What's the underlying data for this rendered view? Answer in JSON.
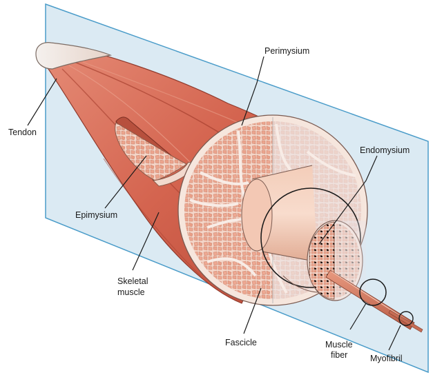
{
  "labels": {
    "tendon": "Tendon",
    "perimysium": "Perimysium",
    "endomysium": "Endomysium",
    "epimysium": "Epimysium",
    "skeletal_line1": "Skeletal",
    "skeletal_line2": "muscle",
    "fascicle": "Fascicle",
    "muscle_fiber_line1": "Muscle",
    "muscle_fiber_line2": "fiber",
    "myofibril": "Myofibril"
  },
  "colors": {
    "plane": "#dbeaf3",
    "plane_edge": "#4a9cc9",
    "muscle": "#d4644f",
    "muscle_dark": "#b84a38",
    "sheath": "#f6e6dd",
    "fiber_cell": "#efb6a1",
    "cut_face_shade": "#e6e6ea"
  }
}
